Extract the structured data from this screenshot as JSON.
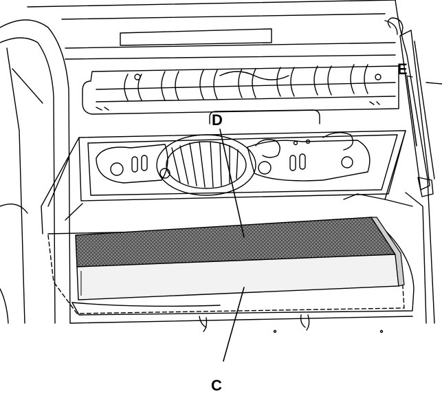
{
  "labels": {
    "c": "C",
    "d": "D",
    "e": "E"
  },
  "colors": {
    "line": "#000000",
    "background": "#ffffff",
    "filter_media": "#6f6f6f",
    "filter_frame": "#f2f2f2"
  }
}
